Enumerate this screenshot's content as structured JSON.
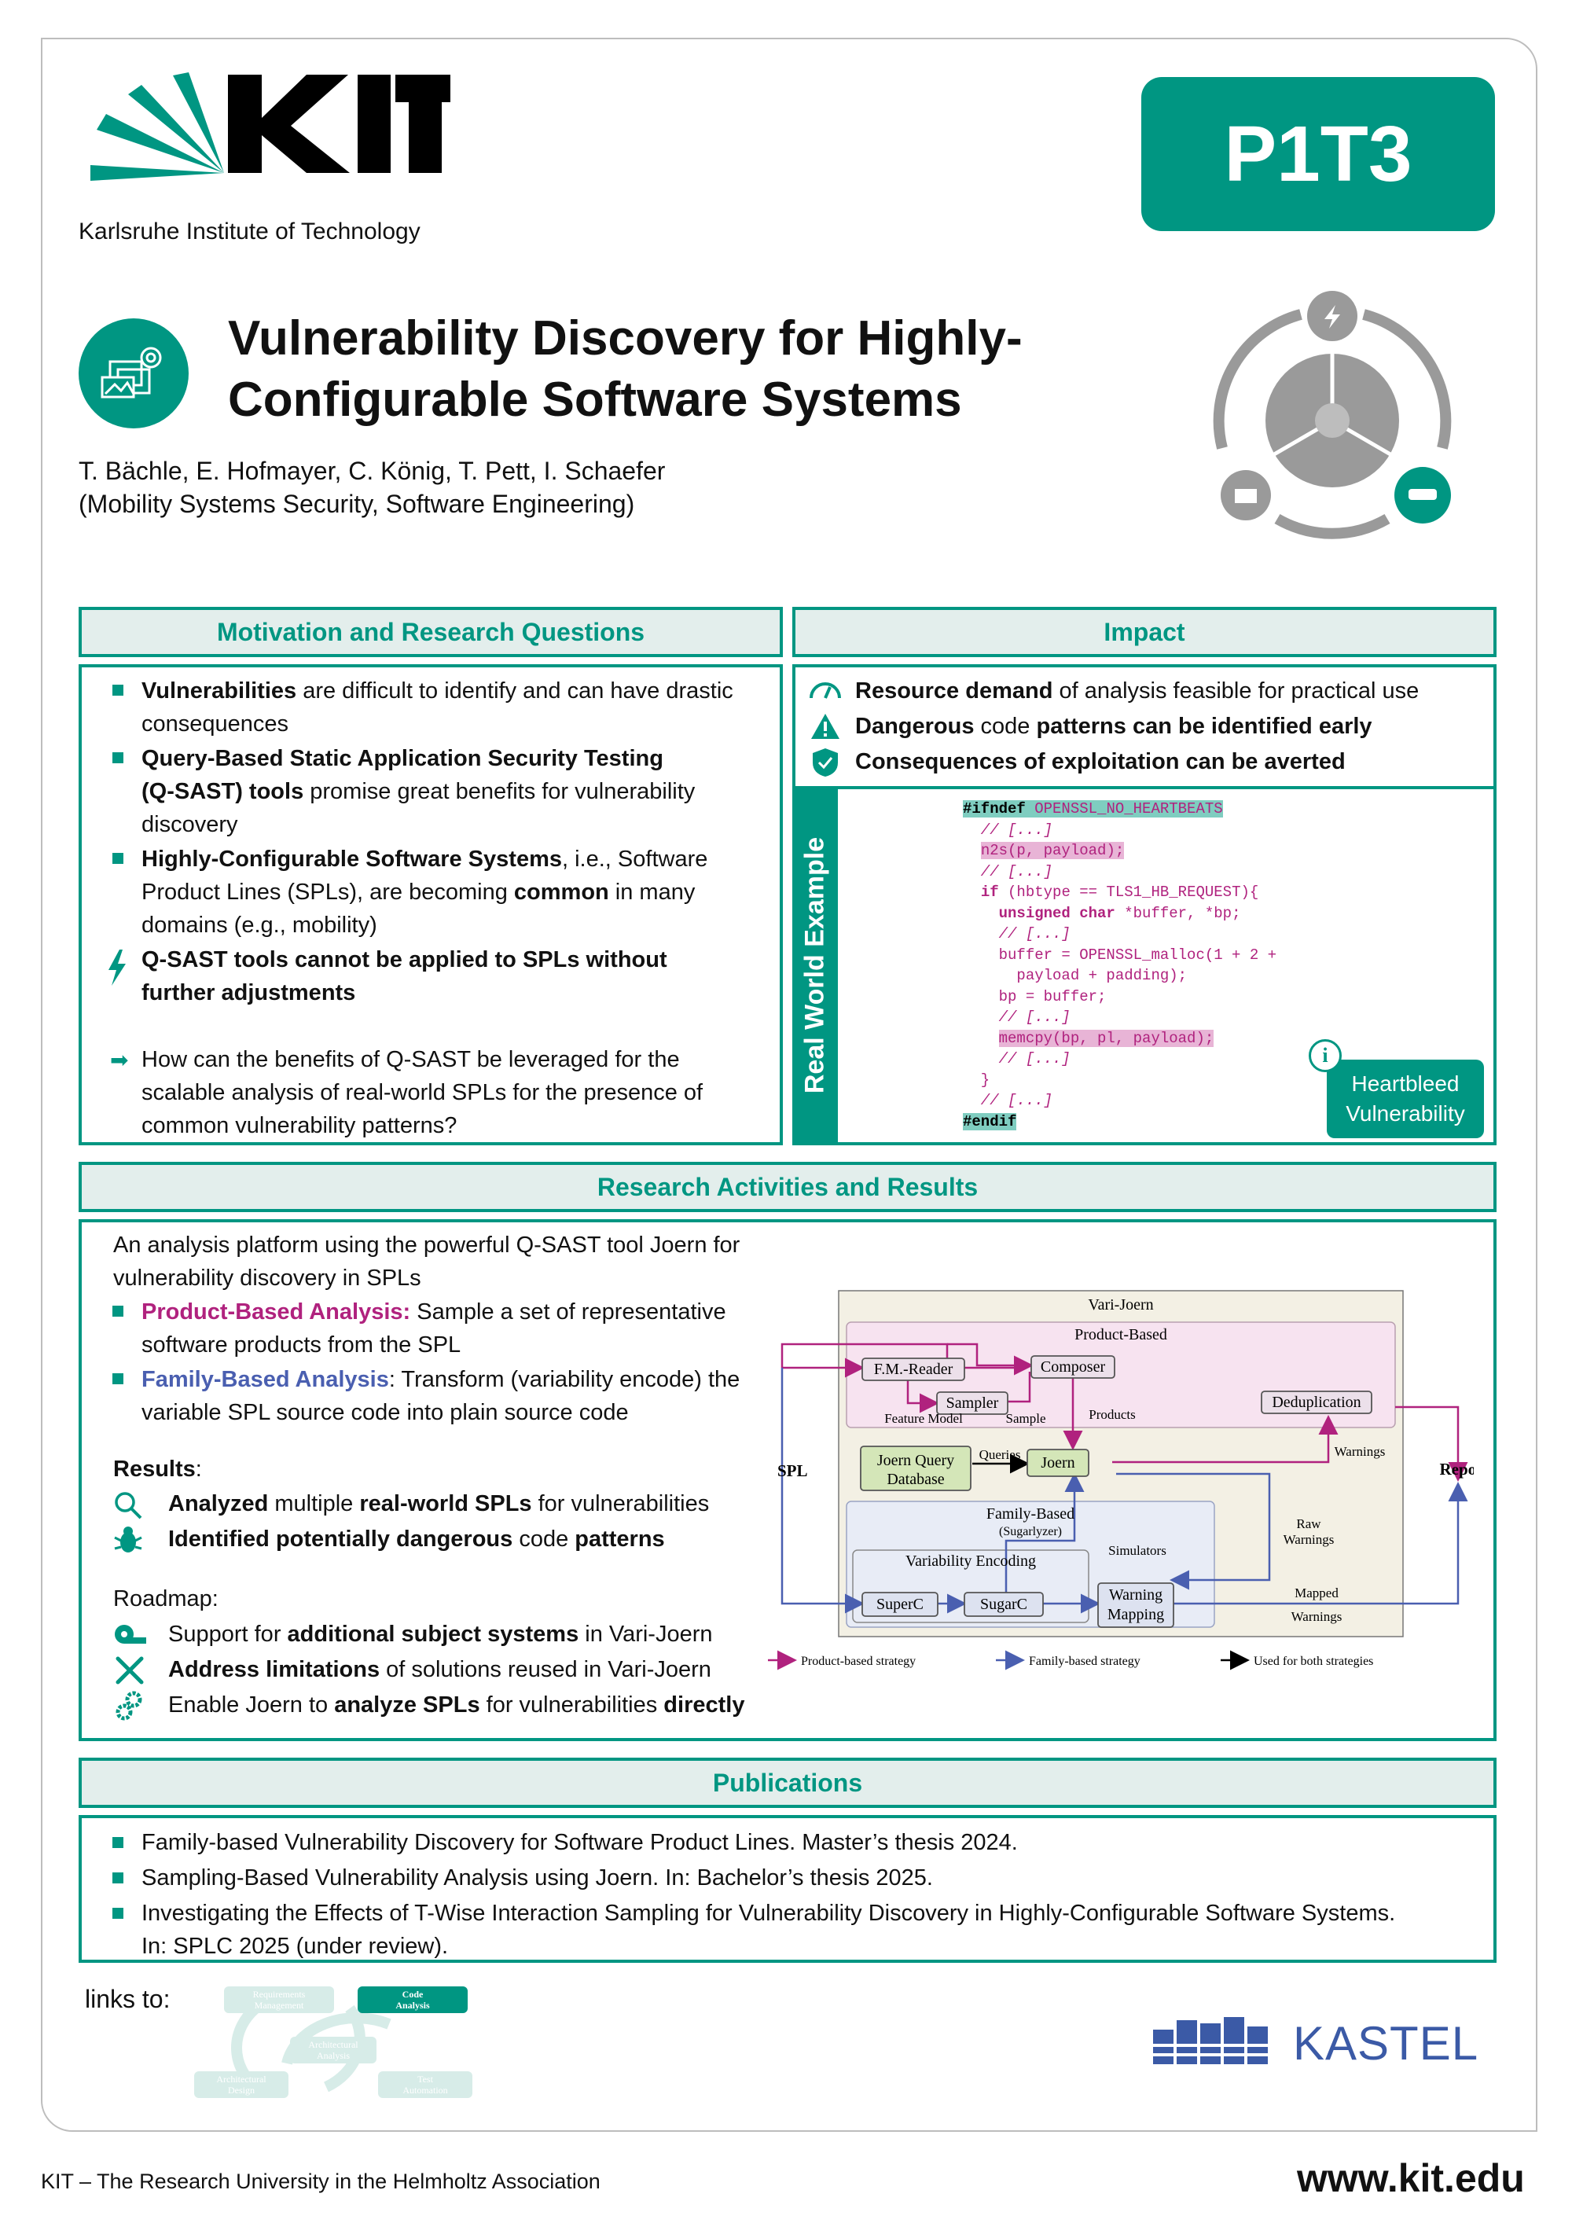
{
  "header": {
    "kit_name": "Karlsruhe Institute of Technology",
    "badge": "P1T3",
    "title_line1": "Vulnerability Discovery for Highly-",
    "title_line2": "Configurable Software Systems",
    "authors": "T. Bächle, E. Hofmayer, C. König, T. Pett, I. Schaefer",
    "affiliation": "(Mobility Systems Security, Software Engineering)"
  },
  "motivation": {
    "title": "Motivation and Research Questions",
    "b1_bold": "Vulnerabilities",
    "b1_rest": " are difficult to identify and can have drastic",
    "b1_l2": "consequences",
    "b2_l1": "Query-Based Static Application Security Testing",
    "b2_l2_bold": "(Q-SAST) tools",
    "b2_l2_rest": " promise great benefits for vulnerability",
    "b2_l3": "discovery",
    "b3_bold": "Highly-Configurable Software Systems",
    "b3_rest": ", i.e., Software",
    "b3_l2a": "Product Lines (SPLs), are becoming ",
    "b3_l2_bold": "common",
    "b3_l2b": " in many",
    "b3_l3": "domains (e.g., mobility)",
    "b4_l1": "Q-SAST tools cannot be applied to SPLs without",
    "b4_l2": "further adjustments",
    "q_l1": "How can the benefits of Q-SAST be leveraged for the",
    "q_l2": "scalable analysis of real-world SPLs for the presence of",
    "q_l3": "common vulnerability patterns?"
  },
  "impact": {
    "title": "Impact",
    "i1_bold": "Resource demand",
    "i1_rest": " of analysis feasible for practical use",
    "i2_bold": "Dangerous",
    "i2_mid": " code ",
    "i2_bold2": "patterns can be identified early",
    "i3": "Consequences of exploitation can be averted",
    "rw_label": "Real World Example",
    "code": {
      "l1_kw": "#ifndef",
      "l1_rest": " OPENSSL_NO_HEARTBEATS",
      "l2": "  // [...]",
      "l3": "n2s(p, payload);",
      "l4": "  // [...]",
      "l5_kw": "if",
      "l5_rest": " (hbtype == TLS1_HB_REQUEST){",
      "l6_kw": "unsigned char",
      "l6_rest": " *buffer, *bp;",
      "l7": "    // [...]",
      "l8": "    buffer = OPENSSL_malloc(1 + 2 +",
      "l9": "      payload + padding);",
      "l10": "    bp = buffer;",
      "l11": "    // [...]",
      "l12": "memcpy(bp, pl, payload);",
      "l13": "    // [...]",
      "l14": "  }",
      "l15": "  // [...]",
      "l16": "#endif"
    },
    "hb_l1": "Heartbleed",
    "hb_l2": "Vulnerability"
  },
  "research": {
    "title": "Research Activities and Results",
    "intro_l1": "An analysis platform using the powerful Q-SAST tool Joern for",
    "intro_l2": "vulnerability discovery in SPLs",
    "pb_label": "Product-Based Analysis:",
    "pb_rest": " Sample a set of representative",
    "pb_l2": "software products from the SPL",
    "fb_label": "Family-Based Analysis",
    "fb_rest": ": Transform (variability encode) the",
    "fb_l2": "variable SPL source code into plain source code",
    "results_label": "Results",
    "r1_bold": "Analyzed",
    "r1_mid": " multiple ",
    "r1_bold2": "real-world SPLs",
    "r1_rest": " for vulnerabilities",
    "r2_bold": "Identified potentially dangerous",
    "r2_mid": " code ",
    "r2_bold2": "patterns",
    "roadmap_label": "Roadmap",
    "m1_a": "Support for ",
    "m1_bold": "additional subject systems",
    "m1_b": " in Vari-Joern",
    "m2_bold": "Address limitations",
    "m2_b": " of solutions reused in Vari-Joern",
    "m3_a": "Enable Joern to ",
    "m3_bold": "analyze SPLs",
    "m3_b": " for vulnerabilities ",
    "m3_bold2": "directly"
  },
  "diagram": {
    "vari_joern": "Vari-Joern",
    "product_based": "Product-Based",
    "fm_reader": "F.M.-Reader",
    "composer": "Composer",
    "sampler": "Sampler",
    "feature_model": "Feature Model",
    "sample": "Sample",
    "products": "Products",
    "deduplication": "Deduplication",
    "spl": "SPL",
    "report": "Report",
    "joern_db_l1": "Joern Query",
    "joern_db_l2": "Database",
    "queries": "Queries",
    "joern": "Joern",
    "warnings": "Warnings",
    "family_based": "Family-Based",
    "sugarlyzer": "(Sugarlyzer)",
    "variability_encoding": "Variability Encoding",
    "superc": "SuperC",
    "sugarc": "SugarC",
    "simulators": "Simulators",
    "raw_l1": "Raw",
    "raw_l2": "Warnings",
    "wm_l1": "Warning",
    "wm_l2": "Mapping",
    "mapped_l1": "Mapped",
    "mapped_l2": "Warnings",
    "legend_pb": "Product-based strategy",
    "legend_fb": "Family-based strategy",
    "legend_both": "Used for both strategies",
    "color_product": "#b0227e",
    "color_family": "#4a5fb0"
  },
  "publications": {
    "title": "Publications",
    "p1": "Family-based Vulnerability Discovery for Software Product Lines. Master’s thesis 2024.",
    "p2": "Sampling-Based Vulnerability Analysis using Joern. In: Bachelor’s thesis 2025.",
    "p3_l1": "Investigating the Effects of T-Wise Interaction Sampling for Vulnerability Discovery in Highly-Configurable Software Systems.",
    "p3_l2": "In: SPLC 2025 (under review)."
  },
  "links": {
    "label": "links to:",
    "req_l1": "Requirements",
    "req_l2": "Management",
    "code_l1": "Code",
    "code_l2": "Analysis",
    "arch_l1": "Architectural",
    "arch_l2": "Analysis",
    "design_l1": "Architectural",
    "design_l2": "Design",
    "test_l1": "Test",
    "test_l2": "Automation"
  },
  "footer": {
    "kastel": "KASTEL",
    "kit_text": "KIT – The Research University in the Helmholtz Association",
    "url": "www.kit.edu"
  },
  "colors": {
    "teal": "#009682",
    "teal_light": "#e3eeec"
  }
}
